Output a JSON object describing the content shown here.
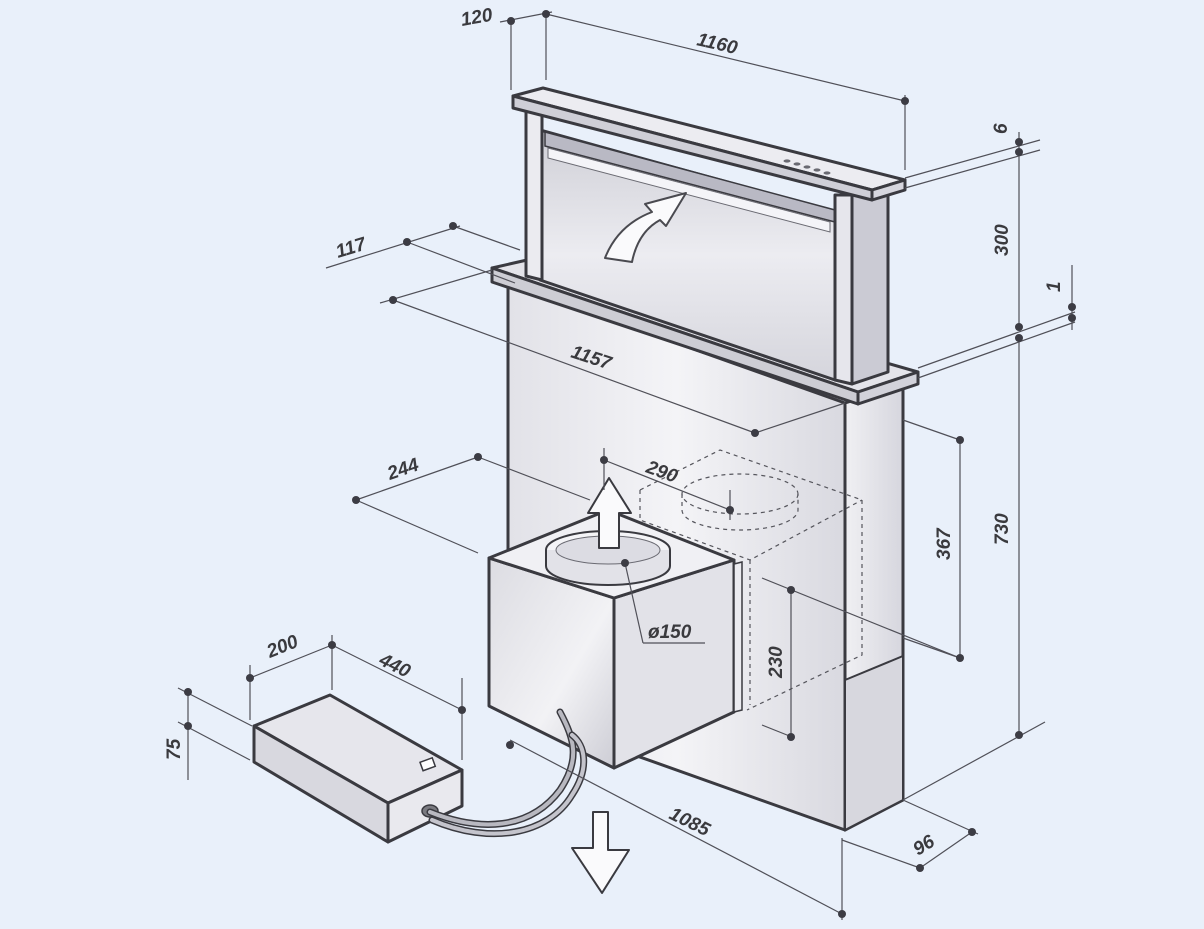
{
  "diagram": {
    "dimensions": {
      "d120": "120",
      "d1160": "1160",
      "d6": "6",
      "d300": "300",
      "d117": "117",
      "d1": "1",
      "d1157": "1157",
      "d244": "244",
      "d290": "290",
      "d367": "367",
      "d730": "730",
      "d150": "ø150",
      "d230": "230",
      "d200": "200",
      "d440": "440",
      "d75": "75",
      "d1085": "1085",
      "d96": "96"
    },
    "colors": {
      "background": "#e9f0fa",
      "outline": "#3a3a40",
      "surface_light": "#e6e6ea",
      "surface_mid": "#cfcfd6",
      "surface_dark": "#b8b8c2"
    }
  }
}
